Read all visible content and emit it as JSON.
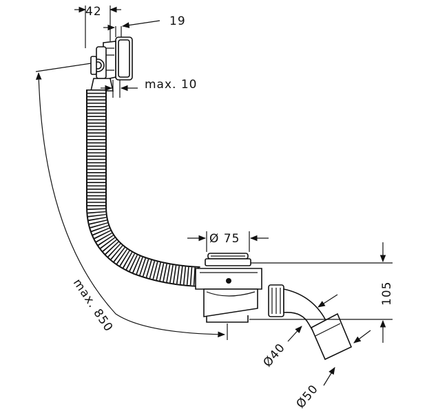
{
  "diagram": {
    "dimensions": {
      "width_42": "42",
      "width_19": "19",
      "max_10": "max. 10",
      "max_850": "max. 850",
      "dia_75": "Ø 75",
      "height_105": "105",
      "dia_40": "Ø40",
      "dia_50": "Ø50"
    },
    "colors": {
      "line": "#111111",
      "background": "#ffffff"
    }
  }
}
